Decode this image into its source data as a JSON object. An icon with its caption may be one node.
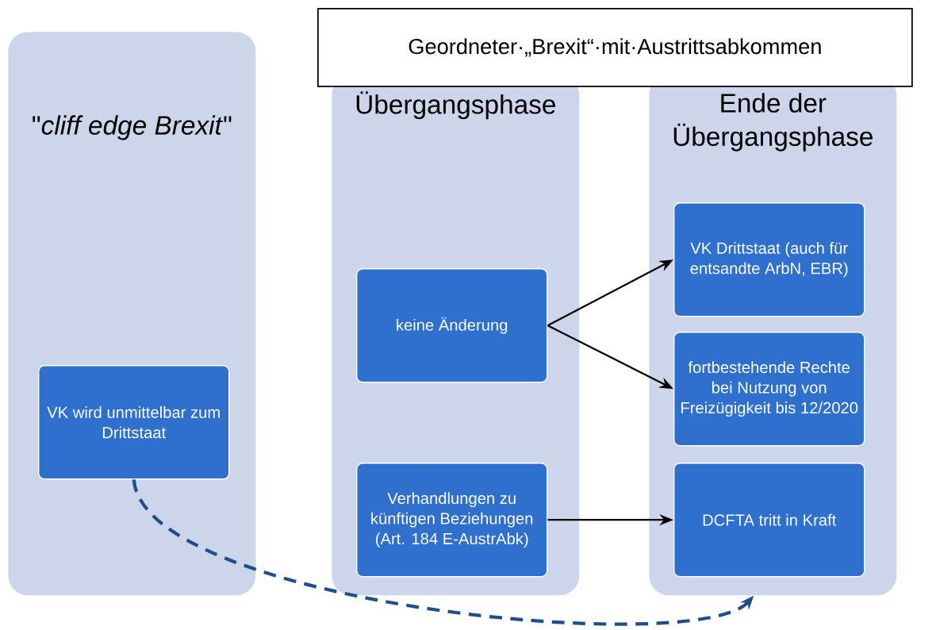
{
  "diagram": {
    "nodes": [
      {
        "text": [
          "Geordneter·„Brexit“·mit·Austrittsabkommen"
        ]
      },
      {
        "text": [
          "\"*cliff edge Brexit*\""
        ]
      },
      {
        "text": [
          "VK wird unmittelbar zum Drittstaat"
        ],
        "in": 1
      },
      {
        "text": [
          "Übergangsphase"
        ]
      },
      {
        "text": [
          "keine Änderung"
        ],
        "in": 3
      },
      {
        "text": [
          "Verhandlungen zu künftigen Beziehungen (Art. 184 E-AustrAbk)"
        ],
        "in": 3
      },
      {
        "text": [
          "Ende der Übergangsphase"
        ]
      },
      {
        "text": [
          "VK Drittstaat (auch für entsandte ArbN, EBR)"
        ],
        "in": 6
      },
      {
        "text": [
          "fortbestehende Rechte bei Nutzung von Freizügigkeit bis 12/2020"
        ],
        "in": 6
      },
      {
        "text": [
          "DCFTA tritt in Kraft"
        ],
        "in": 6
      }
    ],
    "edges": [
      {
        "from": 4,
        "to": 7,
        "arrow": "to"
      },
      {
        "from": 4,
        "to": 8,
        "arrow": "to"
      },
      {
        "from": 5,
        "to": 9,
        "arrow": "to"
      },
      {
        "from": 2,
        "to": 6,
        "arrow": "to",
        "style": "dashed",
        "color": "#1f4e8c"
      }
    ]
  }
}
